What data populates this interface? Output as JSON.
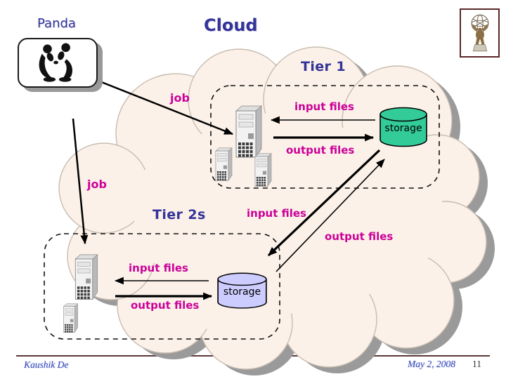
{
  "header": {
    "panda_label": "Panda",
    "title": "Cloud"
  },
  "tier1": {
    "label": "Tier 1",
    "job_label": "job",
    "input_files_label": "input files",
    "output_files_label": "output files",
    "storage_label": "storage"
  },
  "tier2": {
    "label": "Tier 2s",
    "job_label": "job",
    "input_files_label": "input files",
    "output_files_label": "output files",
    "storage_label": "storage"
  },
  "transfer": {
    "input_files_label": "input files",
    "output_files_label": "output files"
  },
  "footer": {
    "author": "Kaushik De",
    "date": "May 2, 2008",
    "page_number": "11"
  },
  "colors": {
    "cloud_fill": "#FBF1E8",
    "cloud_outline": "#C8BCB0",
    "cloud_shadow": "#9A9A9A",
    "heading_blue": "#333399",
    "label_magenta": "#CC0099",
    "tier1_storage_fill": "#33CC99",
    "tier2_storage_fill": "#CCCCFF",
    "footer_text_blue": "#3344BB",
    "footer_line": "#5A3838"
  }
}
